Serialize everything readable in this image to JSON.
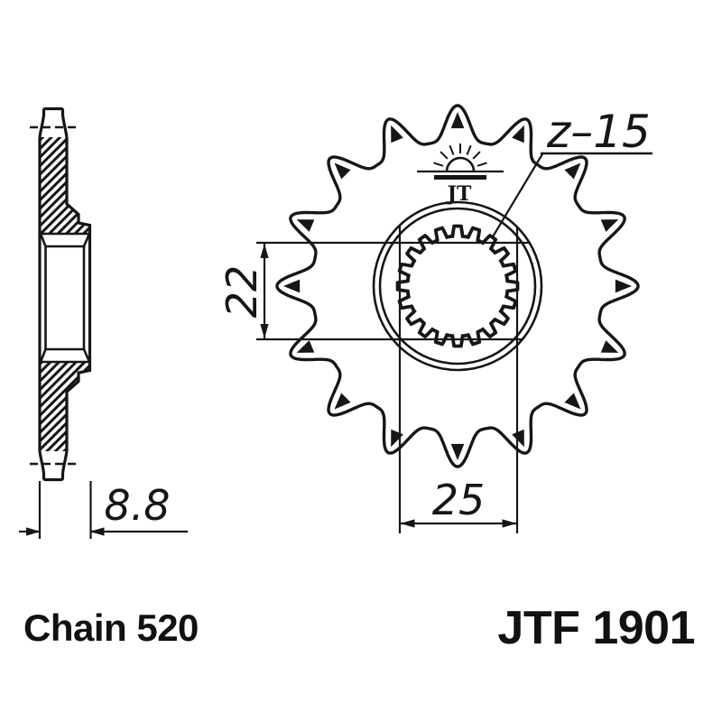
{
  "colors": {
    "ink": "#161616",
    "background": "#ffffff"
  },
  "labels": {
    "teeth_count": "z–15",
    "bore_width": "22",
    "spline_od": "25",
    "hub_thickness": "8.8",
    "chain": "Chain 520",
    "part_number": "JTF 1901",
    "logo_text": "JT"
  }
}
